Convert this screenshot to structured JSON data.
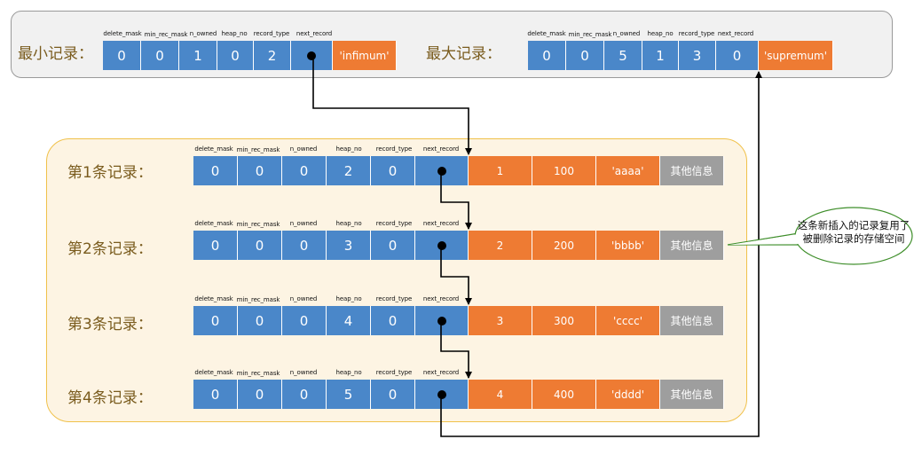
{
  "headers": [
    "delete_mask",
    "min_rec_mask",
    "n_owned",
    "heap_no",
    "record_type",
    "next_record"
  ],
  "infimum": {
    "label": "最小记录：",
    "fields": [
      "0",
      "0",
      "1",
      "0",
      "2"
    ],
    "value": "'infimum'"
  },
  "supremum": {
    "label": "最大记录：",
    "fields": [
      "0",
      "0",
      "5",
      "1",
      "3",
      "0"
    ],
    "value": "'supremum'"
  },
  "records": [
    {
      "label": "第1条记录：",
      "fields": [
        "0",
        "0",
        "0",
        "2",
        "0"
      ],
      "id": "1",
      "num": "100",
      "str": "'aaaa'",
      "other": "其他信息"
    },
    {
      "label": "第2条记录：",
      "fields": [
        "0",
        "0",
        "0",
        "3",
        "0"
      ],
      "id": "2",
      "num": "200",
      "str": "'bbbb'",
      "other": "其他信息"
    },
    {
      "label": "第3条记录：",
      "fields": [
        "0",
        "0",
        "0",
        "4",
        "0"
      ],
      "id": "3",
      "num": "300",
      "str": "'cccc'",
      "other": "其他信息"
    },
    {
      "label": "第4条记录：",
      "fields": [
        "0",
        "0",
        "0",
        "5",
        "0"
      ],
      "id": "4",
      "num": "400",
      "str": "'dddd'",
      "other": "其他信息"
    }
  ],
  "callout": "这条新插入的记录复用了被删除记录的存储空间",
  "colors": {
    "header_cells": "#4a87c9",
    "data_cells": "#ee7b33",
    "other_info": "#9e9e9e",
    "records_panel_border": "#f0c14a"
  }
}
